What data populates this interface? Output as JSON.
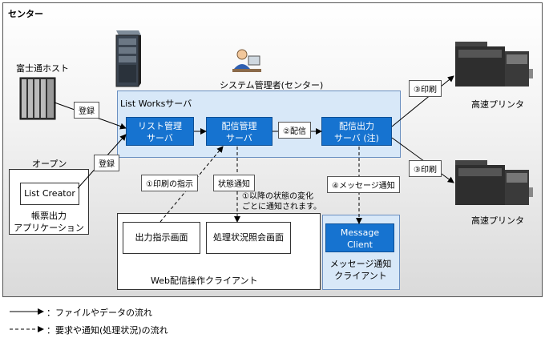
{
  "center_label": "センター",
  "host_label": "富士通ホスト",
  "admin_label": "システム管理者(センター)",
  "listworks": {
    "frame_label": "List Worksサーバ",
    "list_server": [
      "リスト管理",
      "サーバ"
    ],
    "dist_mgmt_server": [
      "配信管理",
      "サーバ"
    ],
    "dist_output_server": [
      "配信出力",
      "サーバ (注)"
    ]
  },
  "open_label": "オープン",
  "list_creator_label": "List Creator",
  "form_app_label": [
    "帳票出力",
    "アプリケーション"
  ],
  "register_label_1": "登録",
  "register_label_2": "登録",
  "deliver_label": "②配信",
  "print_label_1": "③印刷",
  "print_label_2": "③印刷",
  "printer_label_1": "高速プリンタ",
  "printer_label_2": "高速プリンタ",
  "print_instruction_label": "①印刷の指示",
  "status_notify_label": "状態通知",
  "status_note": [
    "①以降の状態の変化",
    "ごとに通知されます。"
  ],
  "message_notify_label": "④メッセージ通知",
  "web_client": {
    "screen1": "出力指示画面",
    "screen2": "処理状況照会画面",
    "frame_label": "Web配信操作クライアント"
  },
  "message_client": {
    "box_label": [
      "Message",
      "Client"
    ],
    "frame_label": [
      "メッセージ通知",
      "クライアント"
    ]
  },
  "legend": {
    "solid": "：ファイルやデータの流れ",
    "dashed": "：要求や通知(処理状況)の流れ"
  }
}
